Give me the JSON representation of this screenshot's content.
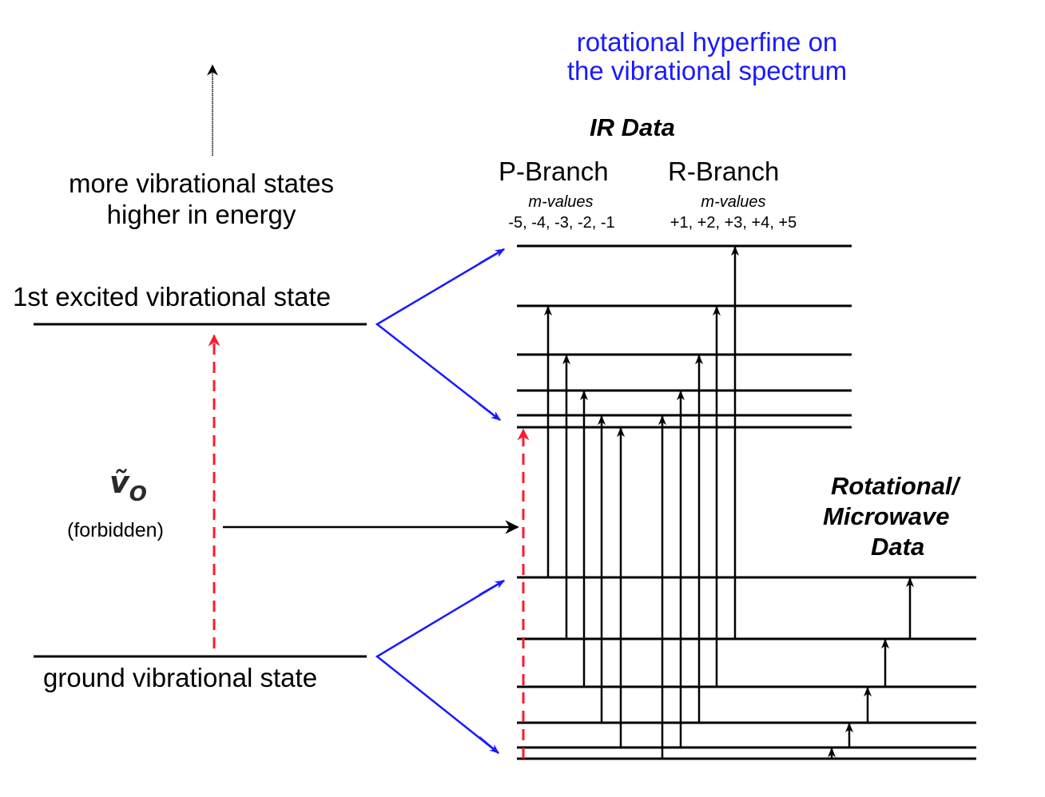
{
  "header": {
    "title_line1": "rotational hyperfine on",
    "title_line2": "the vibrational spectrum",
    "title_color": "#1a1aff"
  },
  "left": {
    "more_states_line1": "more vibrational states",
    "more_states_line2": "higher in energy",
    "excited_label": "1st excited vibrational state",
    "ground_label": "ground vibrational state",
    "nu_symbol": "ṽ",
    "nu_subscript": "O",
    "forbidden_label": "(forbidden)"
  },
  "ir": {
    "title": "IR Data",
    "p_branch": {
      "label": "P-Branch",
      "m_label": "m-values",
      "m_values": "-5, -4, -3, -2, -1"
    },
    "r_branch": {
      "label": "R-Branch",
      "m_label": "m-values",
      "m_values": "+1, +2, +3, +4, +5"
    }
  },
  "microwave": {
    "title_line1": "Rotational/",
    "title_line2": "Microwave",
    "title_line3": "Data"
  },
  "colors": {
    "line": "#000000",
    "forbidden": "#ff1a2e",
    "fan": "#1a1aff"
  },
  "levels": {
    "upper_J": [
      0,
      1,
      2,
      3,
      4,
      5
    ],
    "lower_J": [
      0,
      1,
      2,
      3,
      4,
      5
    ]
  },
  "transitions": {
    "p_branch": [
      {
        "m": -5,
        "from_J": 5,
        "to_J": 4
      },
      {
        "m": -4,
        "from_J": 4,
        "to_J": 3
      },
      {
        "m": -3,
        "from_J": 3,
        "to_J": 2
      },
      {
        "m": -2,
        "from_J": 2,
        "to_J": 1
      },
      {
        "m": -1,
        "from_J": 1,
        "to_J": 0
      }
    ],
    "r_branch": [
      {
        "m": 1,
        "from_J": 0,
        "to_J": 1
      },
      {
        "m": 2,
        "from_J": 1,
        "to_J": 2
      },
      {
        "m": 3,
        "from_J": 2,
        "to_J": 3
      },
      {
        "m": 4,
        "from_J": 3,
        "to_J": 4
      },
      {
        "m": 5,
        "from_J": 4,
        "to_J": 5
      }
    ],
    "microwave": [
      {
        "from_J": 0,
        "to_J": 1
      },
      {
        "from_J": 1,
        "to_J": 2
      },
      {
        "from_J": 2,
        "to_J": 3
      },
      {
        "from_J": 3,
        "to_J": 4
      },
      {
        "from_J": 4,
        "to_J": 5
      }
    ]
  }
}
